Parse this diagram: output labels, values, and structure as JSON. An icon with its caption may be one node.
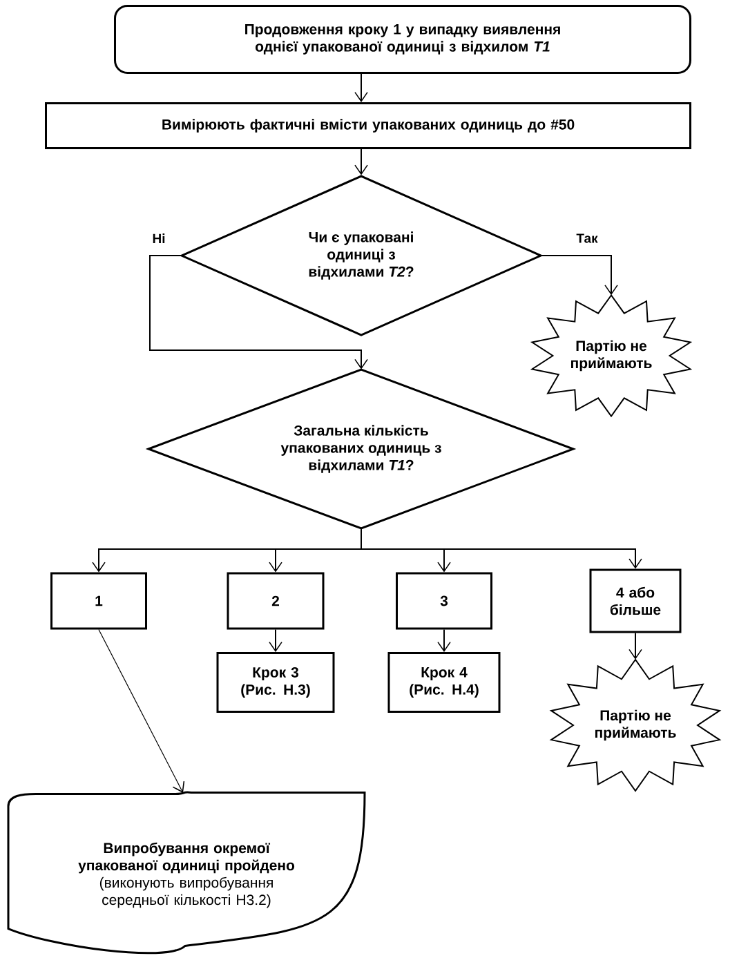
{
  "diagram": {
    "nodes": [
      {
        "text": [
          "Продовження кроку 1 у випадку виявлення однієї упакованої одиниці з відхилом *T1*"
        ]
      },
      {
        "text": [
          "Вимірюють фактичні вмісти упакованих одиниць до #50"
        ]
      },
      {
        "text": [
          "Чи є упаковані одиниці з відхилами *T2*?"
        ]
      },
      {
        "text": [
          "Партію не приймають"
        ]
      },
      {
        "text": [
          "Загальна кількість упакованих одиниць з відхилами *T1*?"
        ]
      },
      {
        "text": [
          "1"
        ]
      },
      {
        "text": [
          "2"
        ]
      },
      {
        "text": [
          "3"
        ]
      },
      {
        "text": [
          "4 або більше"
        ]
      },
      {
        "text": [
          "Крок 3 (Рис. Н.3)"
        ]
      },
      {
        "text": [
          "Крок 4 (Рис. Н.4)"
        ]
      },
      {
        "text": [
          "Партію не приймають"
        ]
      },
      {
        "text": [
          "Випробування окремої упакованої одиниці пройдено",
          "(виконують випробування середньої кількості Н3.2)"
        ]
      }
    ],
    "edges": [
      {
        "from": 0,
        "to": 1,
        "arrow": "to"
      },
      {
        "from": 1,
        "to": 2,
        "arrow": "to"
      },
      {
        "from": 2,
        "to": 3,
        "arrow": "to",
        "label": "Так"
      },
      {
        "from": 2,
        "to": 4,
        "arrow": "to",
        "label": "Ні"
      },
      {
        "from": 4,
        "to": 5,
        "arrow": "to"
      },
      {
        "from": 4,
        "to": 6,
        "arrow": "to"
      },
      {
        "from": 4,
        "to": 7,
        "arrow": "to"
      },
      {
        "from": 4,
        "to": 8,
        "arrow": "to"
      },
      {
        "from": 6,
        "to": 9,
        "arrow": "to"
      },
      {
        "from": 7,
        "to": 10,
        "arrow": "to"
      },
      {
        "from": 8,
        "to": 11,
        "arrow": "to"
      },
      {
        "from": 5,
        "to": 12,
        "arrow": "to"
      }
    ]
  }
}
